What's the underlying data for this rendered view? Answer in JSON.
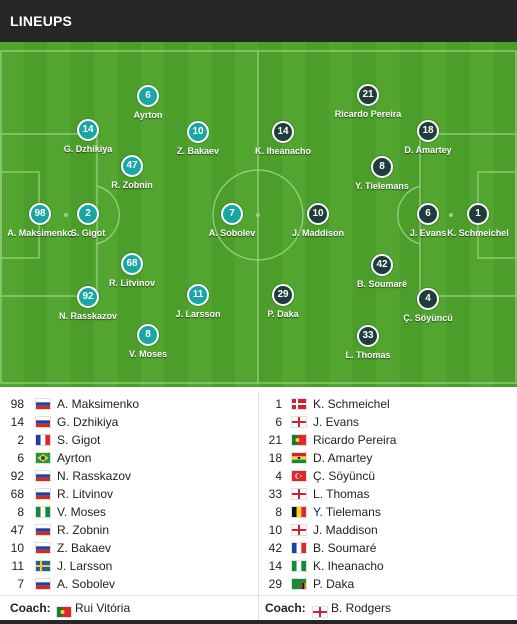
{
  "header": {
    "title": "LINEUPS"
  },
  "pitch": {
    "home_color": "#1ba6a6",
    "away_color": "#1f3d3a",
    "home": [
      {
        "num": "98",
        "name": "A. Maksimenko"
      },
      {
        "num": "2",
        "name": "S. Gigot"
      },
      {
        "num": "14",
        "name": "G. Dzhikiya"
      },
      {
        "num": "68",
        "name": "R. Litvinov"
      },
      {
        "num": "92",
        "name": "N. Rasskazov"
      },
      {
        "num": "47",
        "name": "R. Zobnin"
      },
      {
        "num": "6",
        "name": "Ayrton"
      },
      {
        "num": "8",
        "name": "V. Moses"
      },
      {
        "num": "10",
        "name": "Z. Bakaev"
      },
      {
        "num": "11",
        "name": "J. Larsson"
      },
      {
        "num": "7",
        "name": "A. Sobolev"
      }
    ],
    "away": [
      {
        "num": "1",
        "name": "K. Schmeichel"
      },
      {
        "num": "6",
        "name": "J. Evans"
      },
      {
        "num": "42",
        "name": "B. Soumaré"
      },
      {
        "num": "4",
        "name": "Ç. Söyüncü"
      },
      {
        "num": "8",
        "name": "Y. Tielemans"
      },
      {
        "num": "21",
        "name": "Ricardo Pereira"
      },
      {
        "num": "18",
        "name": "D. Amartey"
      },
      {
        "num": "33",
        "name": "L. Thomas"
      },
      {
        "num": "10",
        "name": "J. Maddison"
      },
      {
        "num": "14",
        "name": "K. Iheanacho"
      },
      {
        "num": "29",
        "name": "P. Daka"
      }
    ]
  },
  "home_list": [
    {
      "num": "98",
      "flag": "russia-flag",
      "name": "A. Maksimenko"
    },
    {
      "num": "14",
      "flag": "russia-flag",
      "name": "G. Dzhikiya"
    },
    {
      "num": "2",
      "flag": "france-flag",
      "name": "S. Gigot"
    },
    {
      "num": "6",
      "flag": "brazil-flag",
      "name": "Ayrton"
    },
    {
      "num": "92",
      "flag": "russia-flag",
      "name": "N. Rasskazov"
    },
    {
      "num": "68",
      "flag": "russia-flag",
      "name": "R. Litvinov"
    },
    {
      "num": "8",
      "flag": "nigeria-flag",
      "name": "V. Moses"
    },
    {
      "num": "47",
      "flag": "russia-flag",
      "name": "R. Zobnin"
    },
    {
      "num": "10",
      "flag": "russia-flag",
      "name": "Z. Bakaev"
    },
    {
      "num": "11",
      "flag": "sweden-flag",
      "name": "J. Larsson"
    },
    {
      "num": "7",
      "flag": "russia-flag",
      "name": "A. Sobolev"
    }
  ],
  "away_list": [
    {
      "num": "1",
      "flag": "denmark-flag",
      "name": "K. Schmeichel"
    },
    {
      "num": "6",
      "flag": "england-flag",
      "name": "J. Evans"
    },
    {
      "num": "21",
      "flag": "portugal-flag",
      "name": "Ricardo Pereira"
    },
    {
      "num": "18",
      "flag": "ghana-flag",
      "name": "D. Amartey"
    },
    {
      "num": "4",
      "flag": "turkey-flag",
      "name": "Ç. Söyüncü"
    },
    {
      "num": "33",
      "flag": "england-flag",
      "name": "L. Thomas"
    },
    {
      "num": "8",
      "flag": "belgium-flag",
      "name": "Y. Tielemans"
    },
    {
      "num": "10",
      "flag": "england-flag",
      "name": "J. Maddison"
    },
    {
      "num": "42",
      "flag": "france-flag",
      "name": "B. Soumaré"
    },
    {
      "num": "14",
      "flag": "nigeria-flag",
      "name": "K. Iheanacho"
    },
    {
      "num": "29",
      "flag": "zambia-flag",
      "name": "P. Daka"
    }
  ],
  "coaches": {
    "label": "Coach:",
    "home": {
      "flag": "portugal-flag",
      "name": "Rui Vitória"
    },
    "away": {
      "flag": "england-flag",
      "name": "B. Rodgers"
    }
  }
}
